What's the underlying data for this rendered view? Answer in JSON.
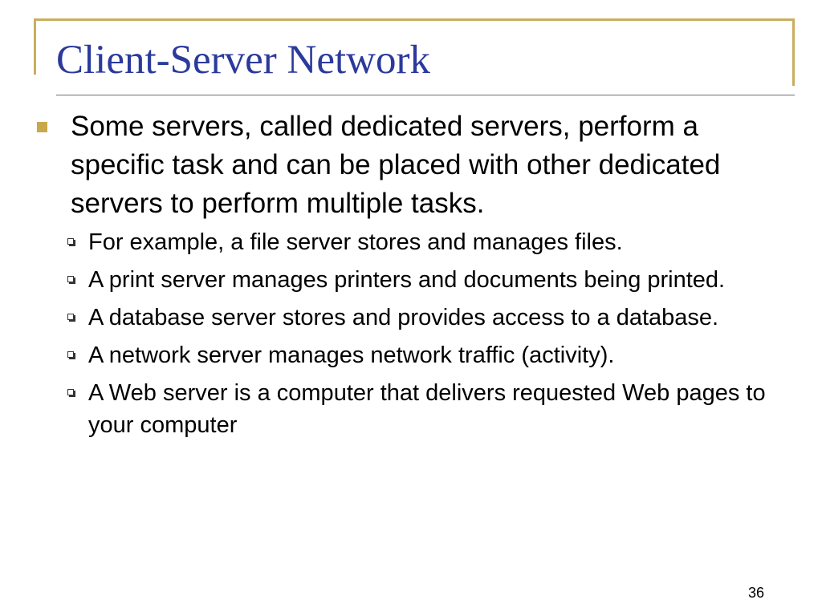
{
  "slide": {
    "title": "Client-Server Network",
    "bullet": "Some servers, called dedicated servers, perform a specific task and can be placed with other dedicated servers to perform multiple tasks.",
    "sub_bullets": [
      "For example, a file server stores and manages files.",
      "A print server manages printers and documents being printed.",
      "A database server stores and provides access to a database.",
      "A network server manages network traffic (activity).",
      "A Web server is a computer that delivers requested Web pages to your computer"
    ],
    "page_number": "36"
  },
  "colors": {
    "title": "#2b3a9c",
    "accent": "#c9ae5d",
    "text": "#000000"
  }
}
